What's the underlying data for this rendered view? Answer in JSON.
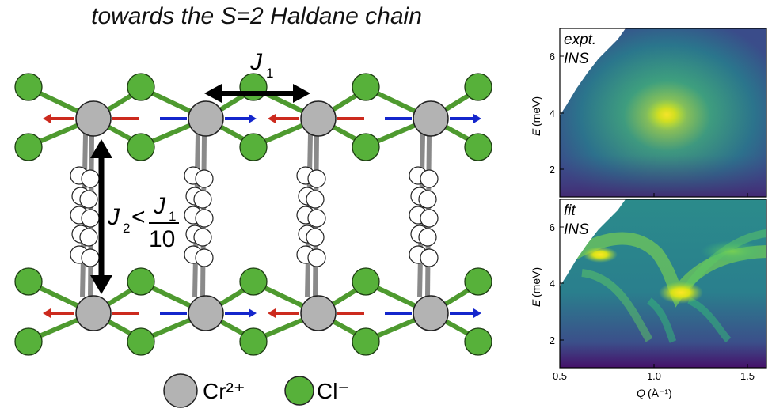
{
  "title": "towards the S=2 Haldane chain",
  "coupling": {
    "j1": {
      "symbol": "J",
      "sub": "1"
    },
    "j2": {
      "symbol": "J",
      "sub": "2",
      "lt": "<",
      "num_symbol": "J",
      "num_sub": "1",
      "den": "10"
    }
  },
  "legend": [
    {
      "label": "Cr²⁺",
      "color": "#b3b3b3"
    },
    {
      "label": "Cl⁻",
      "color": "#57b13a"
    }
  ],
  "colors": {
    "cr": "#b3b3b3",
    "cl": "#57b13a",
    "spin_left": "#cc2a1e",
    "spin_right": "#1426cc",
    "bond_cl": "#4e9a2f",
    "bond_cr": "#9a9a9a"
  },
  "panels": [
    {
      "label_line1": "expt.",
      "label_line2": "INS",
      "colormap": "viridis",
      "variant": "experiment"
    },
    {
      "label_line1": "fit",
      "label_line2": "INS",
      "colormap": "viridis",
      "variant": "fit"
    }
  ],
  "axes": {
    "y_label": "(meV)",
    "y_label_symbol": "E",
    "y_ticks": [
      "2",
      "4",
      "6"
    ],
    "x_label": "(Å⁻¹)",
    "x_label_symbol": "Q",
    "x_ticks": [
      "0.5",
      "1.0",
      "1.5"
    ],
    "x_range": [
      0.5,
      1.6
    ],
    "y_range": [
      1.1,
      7.0
    ]
  }
}
